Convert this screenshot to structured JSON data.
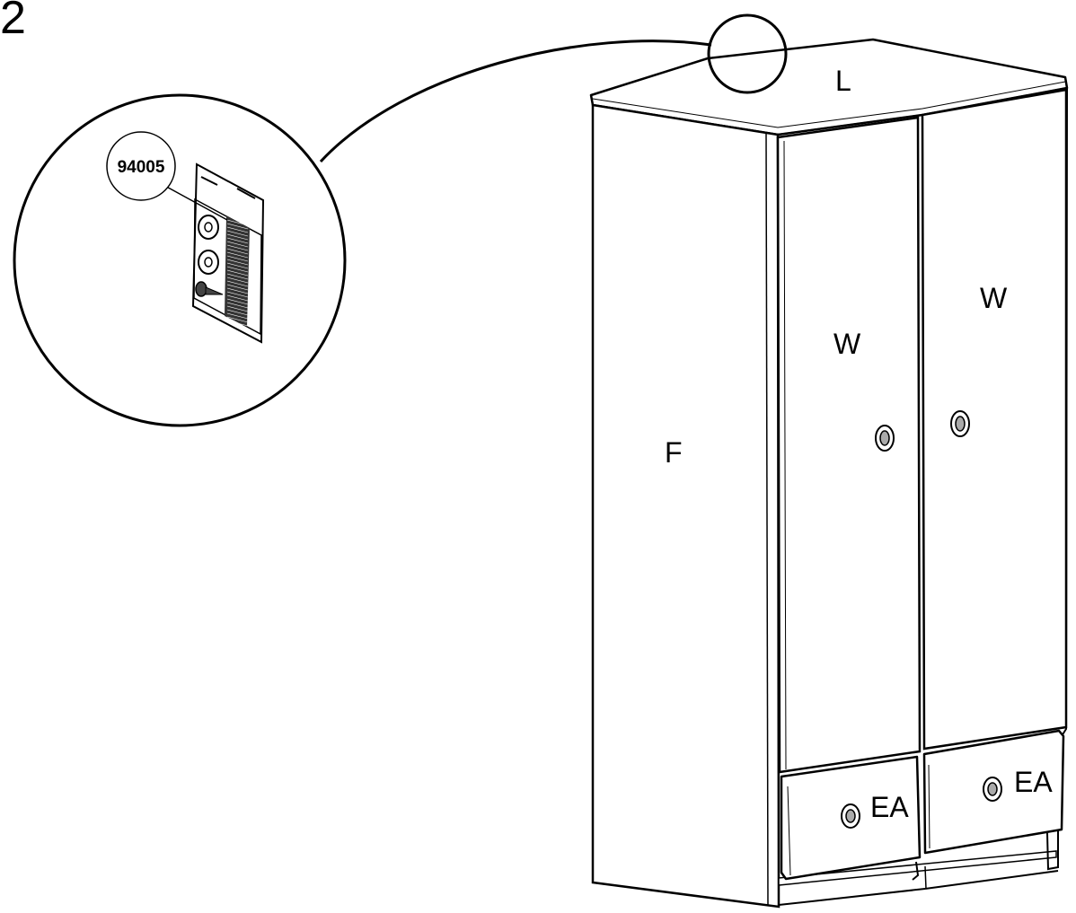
{
  "step": {
    "number": "2"
  },
  "callout": {
    "part_number": "94005"
  },
  "parts": {
    "top_panel": "L",
    "side_panel": "F",
    "left_door": "W",
    "right_door": "W",
    "left_drawer": "EA",
    "right_drawer": "EA"
  },
  "colors": {
    "line": "#000000",
    "background": "#ffffff",
    "strip": "#333333"
  }
}
